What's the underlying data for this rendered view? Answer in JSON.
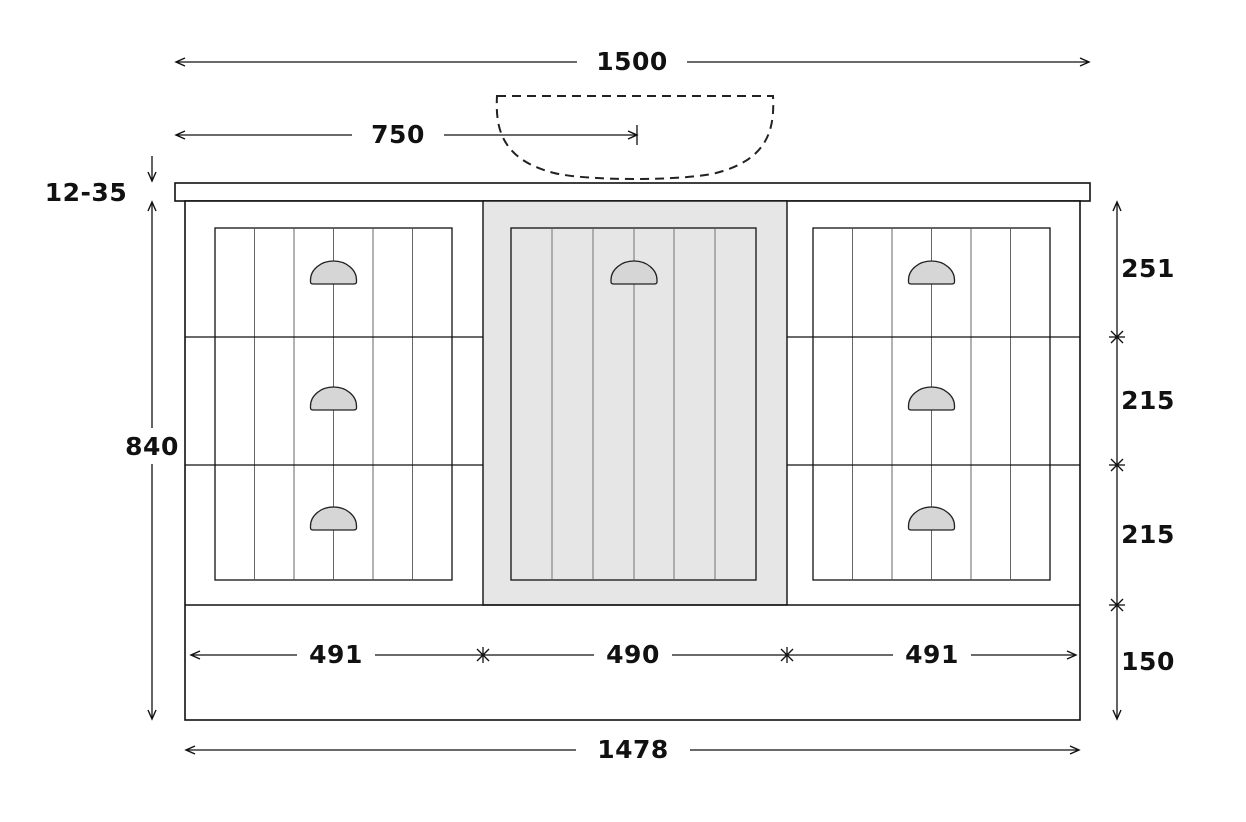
{
  "diagram": {
    "type": "technical-drawing",
    "subject": "Vanity cabinet front elevation with dimensions and countertop basin outline",
    "labels": {
      "overall_width": "1500",
      "sink_center_offset": "750",
      "countertop_thickness": "12-35",
      "cabinet_height": "840",
      "top_drawer_height": "251",
      "middle_drawer_height": "215",
      "lower_drawer_height": "215",
      "plinth_height": "150",
      "left_bay_width": "491",
      "center_bay_width": "490",
      "right_bay_width": "491",
      "carcass_width": "1478"
    },
    "colors": {
      "line": "#111111",
      "door_fill": "#e6e6e6",
      "handle_fill": "#d6d6d6",
      "background": "#ffffff"
    }
  }
}
